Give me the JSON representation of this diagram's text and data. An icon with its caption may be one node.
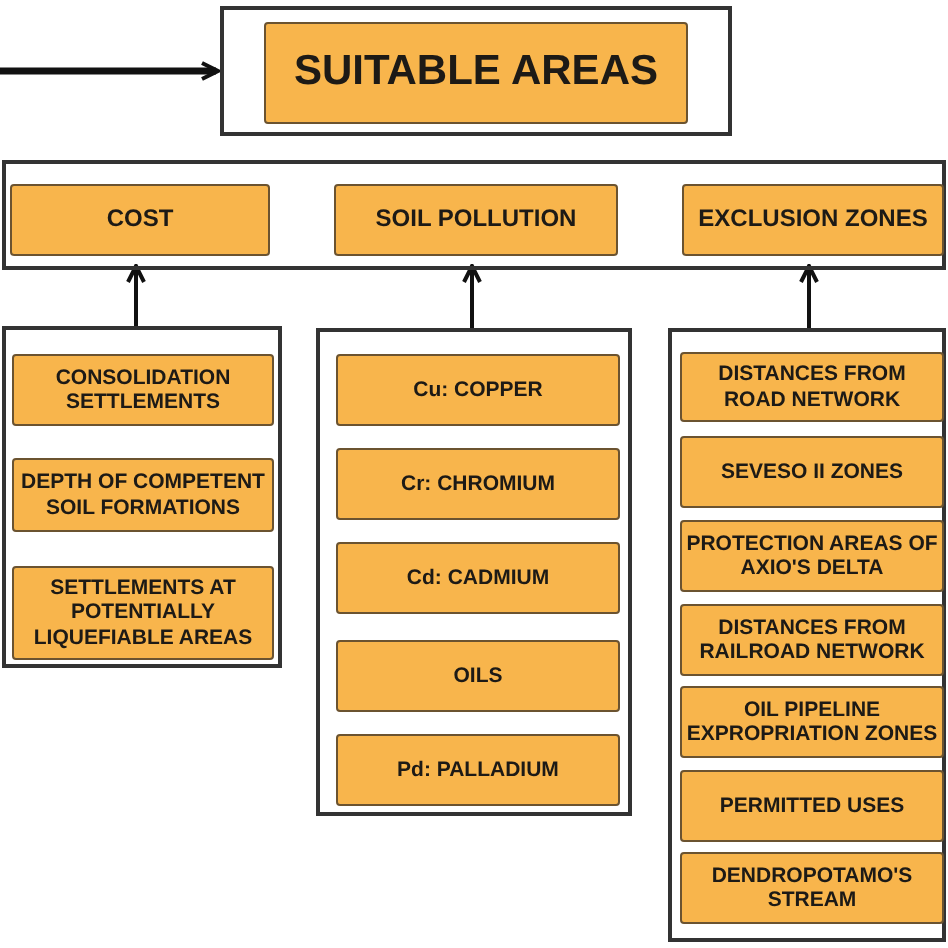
{
  "diagram": {
    "nodes": [
      {
        "text": [],
        "shape": "box"
      },
      {
        "text": [
          "SUITABLE AREAS"
        ],
        "in": 0
      },
      {
        "text": [],
        "shape": "box"
      },
      {
        "text": [
          "COST"
        ],
        "in": 2
      },
      {
        "text": [
          "SOIL POLLUTION"
        ],
        "in": 2
      },
      {
        "text": [
          "EXCLUSION ZONES"
        ],
        "in": 2
      },
      {
        "text": [],
        "shape": "box"
      },
      {
        "text": [
          "CONSOLIDATION SETTLEMENTS"
        ],
        "in": 6
      },
      {
        "text": [
          "DEPTH OF COMPETENT SOIL FORMATIONS"
        ],
        "in": 6
      },
      {
        "text": [
          "SETTLEMENTS AT POTENTIALLY LIQUEFIABLE AREAS"
        ],
        "in": 6
      },
      {
        "text": [],
        "shape": "box"
      },
      {
        "text": [
          "Cu: COPPER"
        ],
        "in": 10
      },
      {
        "text": [
          "Cr: CHROMIUM"
        ],
        "in": 10
      },
      {
        "text": [
          "Cd: CADMIUM"
        ],
        "in": 10
      },
      {
        "text": [
          "OILS"
        ],
        "in": 10
      },
      {
        "text": [
          "Pd: PALLADIUM"
        ],
        "in": 10
      },
      {
        "text": [],
        "shape": "box"
      },
      {
        "text": [
          "DISTANCES FROM ROAD NETWORK"
        ],
        "in": 16
      },
      {
        "text": [
          "SEVESO II ZONES"
        ],
        "in": 16
      },
      {
        "text": [
          "PROTECTION AREAS OF AXIO'S DELTA"
        ],
        "in": 16
      },
      {
        "text": [
          "DISTANCES FROM RAILROAD NETWORK"
        ],
        "in": 16
      },
      {
        "text": [
          "OIL PIPELINE EXPROPRIATION ZONES"
        ],
        "in": 16
      },
      {
        "text": [
          "PERMITTED USES"
        ],
        "in": 16
      },
      {
        "text": [
          "DENDROPOTAMO'S STREAM"
        ],
        "in": 16
      }
    ],
    "edges": [
      {
        "from": null,
        "to": 0,
        "arrow": "to"
      },
      {
        "from": 6,
        "to": 3,
        "arrow": "to"
      },
      {
        "from": 10,
        "to": 4,
        "arrow": "to"
      },
      {
        "from": 16,
        "to": 5,
        "arrow": "to"
      }
    ]
  }
}
